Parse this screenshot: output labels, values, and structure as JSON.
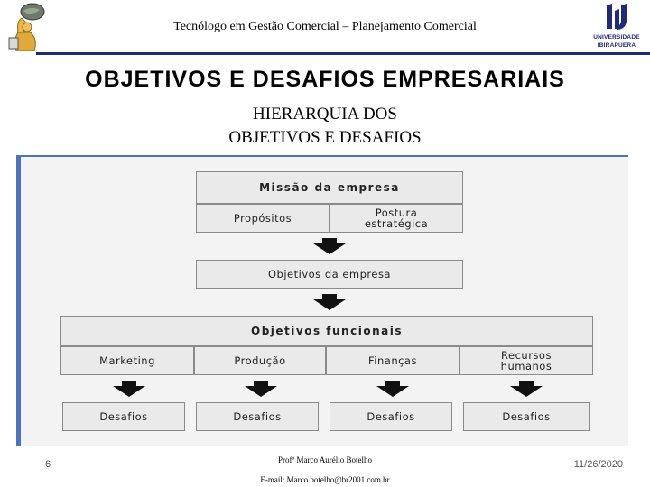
{
  "header": {
    "title": "Tecnólogo em Gestão Comercial – Planejamento Comercial",
    "university_logo_text": [
      "UNIVERSIDADE",
      "IBIRAPUERA"
    ]
  },
  "slide": {
    "title": "OBJETIVOS E DESAFIOS EMPRESARIAIS",
    "subtitle_lines": [
      "HIERARQUIA DOS",
      "OBJETIVOS E DESAFIOS"
    ]
  },
  "diagram": {
    "mission": "Missão da empresa",
    "purposes": "Propósitos",
    "strategic_posture_lines": [
      "Postura",
      "estratégica"
    ],
    "company_objectives": "Objetivos da empresa",
    "functional_objectives": "Objetivos funcionais",
    "functions": [
      {
        "lines": [
          "Marketing"
        ]
      },
      {
        "lines": [
          "Produção"
        ]
      },
      {
        "lines": [
          "Finanças"
        ]
      },
      {
        "lines": [
          "Recursos",
          "humanos"
        ]
      }
    ],
    "challenges": [
      "Desafios",
      "Desafios",
      "Desafios",
      "Desafios"
    ]
  },
  "footer": {
    "slide_number": "6",
    "professor": "Profº Marco Aurélio Botelho",
    "email": "E-mail: Marco.botelho@br2001.com.br",
    "date": "11/26/2020"
  }
}
